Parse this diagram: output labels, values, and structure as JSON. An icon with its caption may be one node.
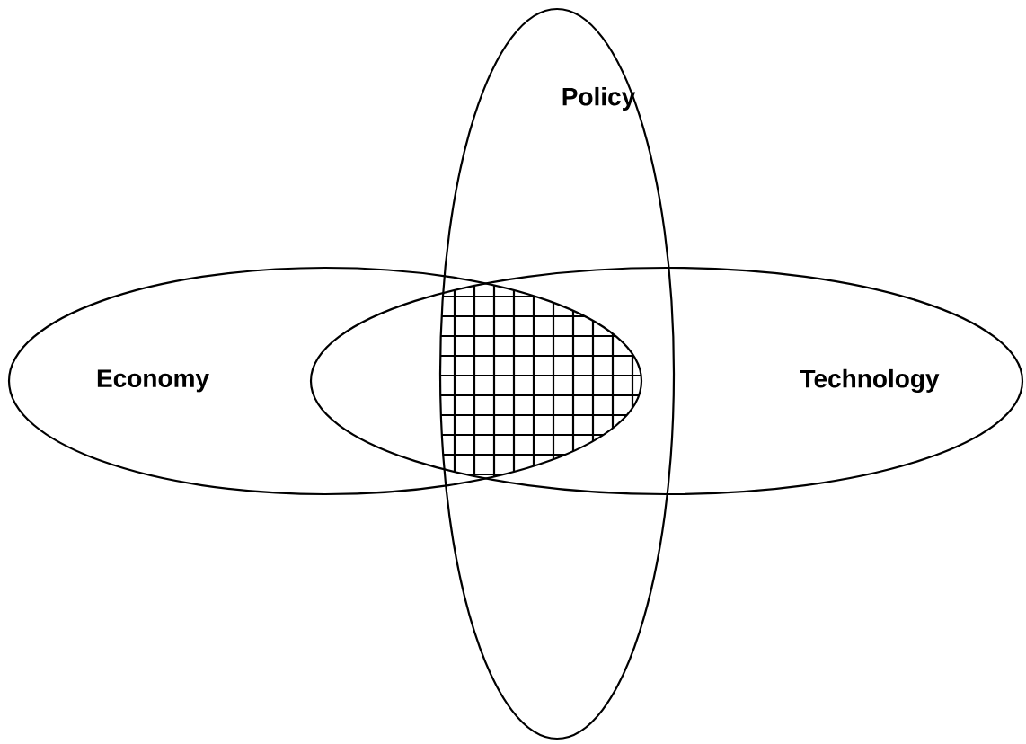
{
  "diagram": {
    "nodes": [
      {
        "text": [
          "Policy"
        ]
      },
      {
        "text": [
          "Economy"
        ]
      },
      {
        "text": [
          "Technology"
        ]
      }
    ]
  }
}
